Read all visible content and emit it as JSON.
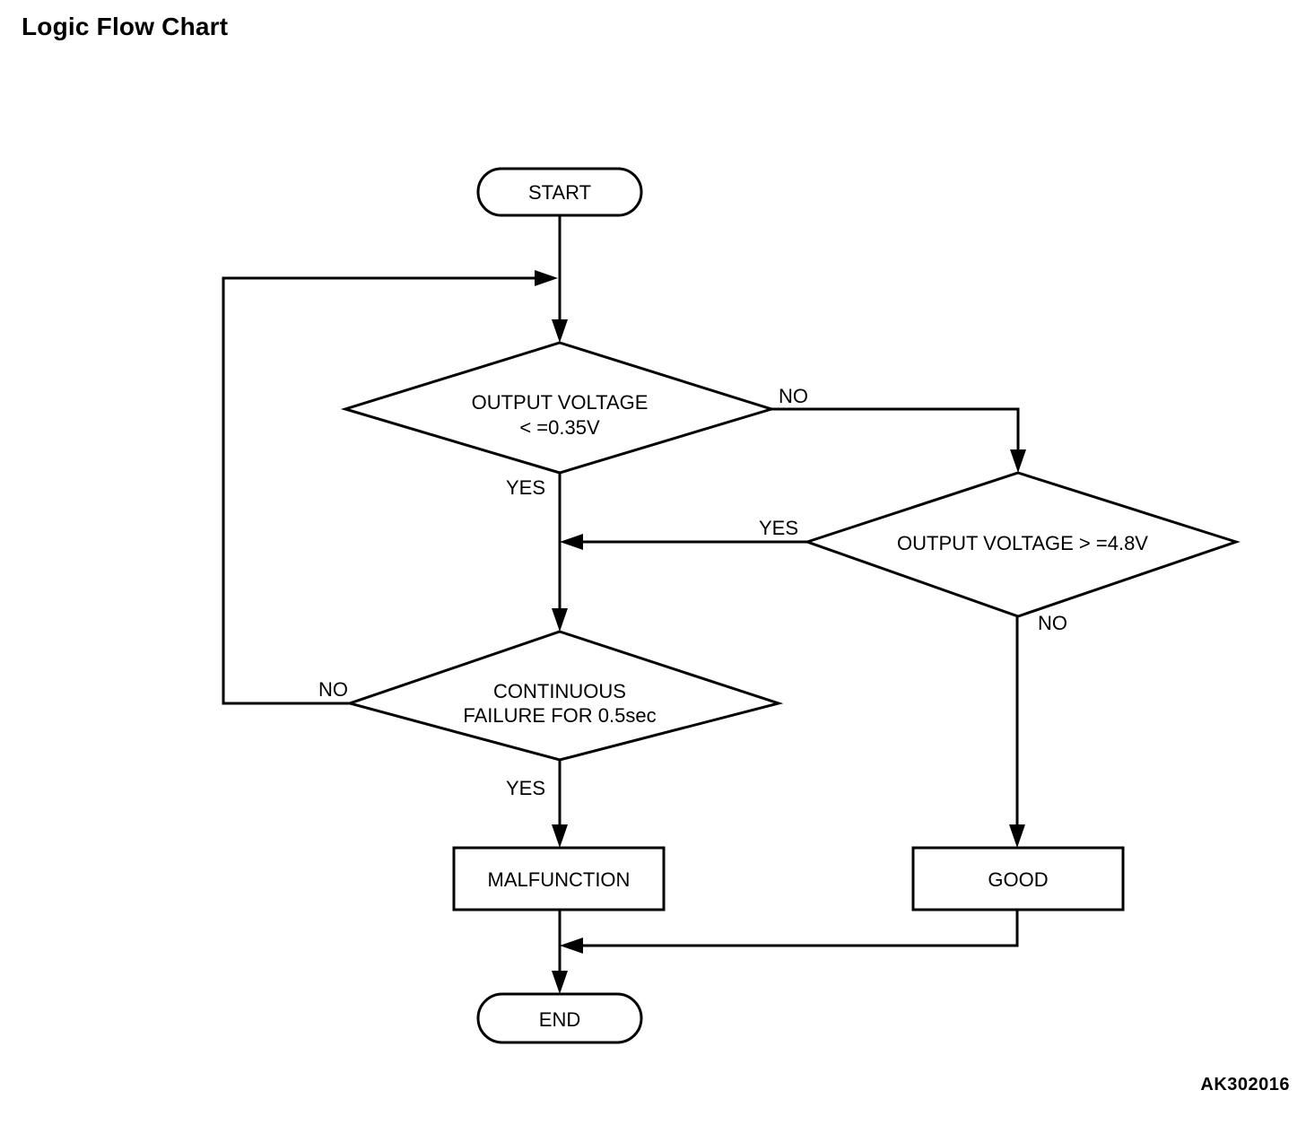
{
  "page": {
    "title": "Logic Flow Chart",
    "watermark": "AK302016",
    "background_color": "#ffffff",
    "line_color": "#000000"
  },
  "chart_data": {
    "type": "diagram",
    "diagram_kind": "flowchart",
    "title": "Logic Flow Chart",
    "nodes": [
      {
        "id": "start",
        "shape": "terminator",
        "text": "START"
      },
      {
        "id": "dec_low",
        "shape": "decision",
        "line1": "OUTPUT VOLTAGE",
        "line2": "< =0.35V"
      },
      {
        "id": "dec_high",
        "shape": "decision",
        "line1": "OUTPUT VOLTAGE > =4.8V",
        "line2": ""
      },
      {
        "id": "dec_cont",
        "shape": "decision",
        "line1": "CONTINUOUS",
        "line2": "FAILURE FOR 0.5sec"
      },
      {
        "id": "malfunction",
        "shape": "process",
        "text": "MALFUNCTION"
      },
      {
        "id": "good",
        "shape": "process",
        "text": "GOOD"
      },
      {
        "id": "end",
        "shape": "terminator",
        "text": "END"
      }
    ],
    "edges": [
      {
        "from": "start",
        "to": "dec_low",
        "label": ""
      },
      {
        "from": "dec_low",
        "to": "dec_cont",
        "label": "YES"
      },
      {
        "from": "dec_low",
        "to": "dec_high",
        "label": "NO"
      },
      {
        "from": "dec_high",
        "to": "dec_cont",
        "label": "YES"
      },
      {
        "from": "dec_high",
        "to": "good",
        "label": "NO"
      },
      {
        "from": "dec_cont",
        "to": "malfunction",
        "label": "YES"
      },
      {
        "from": "dec_cont",
        "to": "dec_low",
        "label": "NO"
      },
      {
        "from": "malfunction",
        "to": "end",
        "label": ""
      },
      {
        "from": "good",
        "to": "end",
        "label": ""
      }
    ]
  },
  "labels": {
    "start": "START",
    "end": "END",
    "malfunction": "MALFUNCTION",
    "good": "GOOD",
    "dec_low_line1": "OUTPUT VOLTAGE",
    "dec_low_line2": "< =0.35V",
    "dec_high_line1": "OUTPUT VOLTAGE > =4.8V",
    "dec_cont_line1": "CONTINUOUS",
    "dec_cont_line2": "FAILURE FOR 0.5sec",
    "yes_low": "YES",
    "no_low": "NO",
    "yes_high": "YES",
    "no_high": "NO",
    "yes_cont": "YES",
    "no_cont": "NO"
  }
}
